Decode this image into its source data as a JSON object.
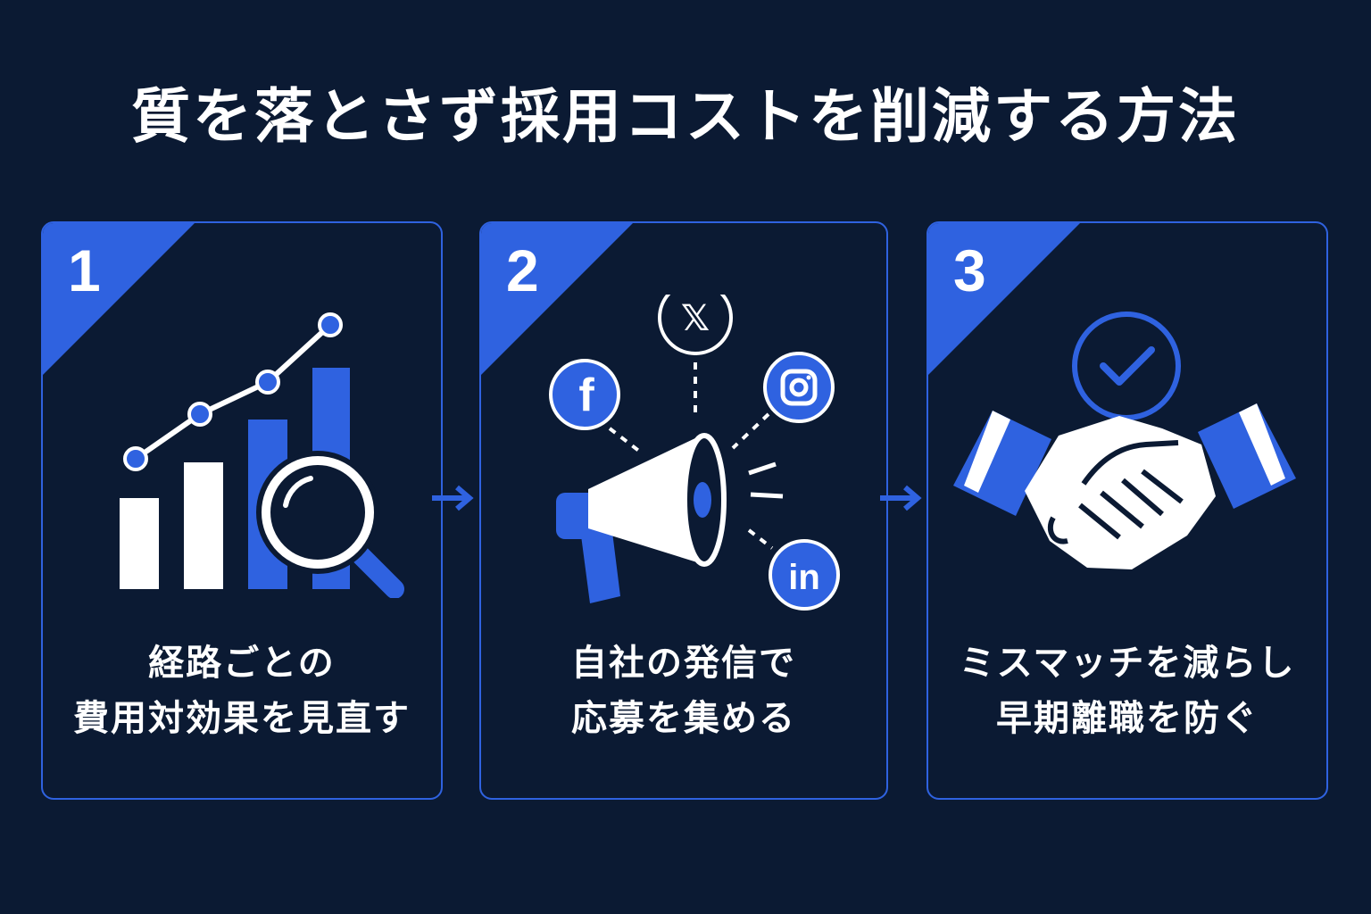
{
  "title": "質を落とさず採用コストを削減する方法",
  "colors": {
    "background": "#0b1a33",
    "accent": "#2f62e0",
    "text": "#ffffff"
  },
  "steps": [
    {
      "number": "1",
      "icon": "chart-magnifier-icon",
      "lines": [
        "経路ごとの",
        "費用対効果を見直す"
      ]
    },
    {
      "number": "2",
      "icon": "megaphone-social-icon",
      "lines": [
        "自社の発信で",
        "応募を集める"
      ],
      "social": {
        "x": "𝕏",
        "facebook": "f",
        "instagram": "instagram-icon",
        "linkedin": "in"
      }
    },
    {
      "number": "3",
      "icon": "handshake-check-icon",
      "lines": [
        "ミスマッチを減らし",
        "早期離職を防ぐ"
      ]
    }
  ]
}
